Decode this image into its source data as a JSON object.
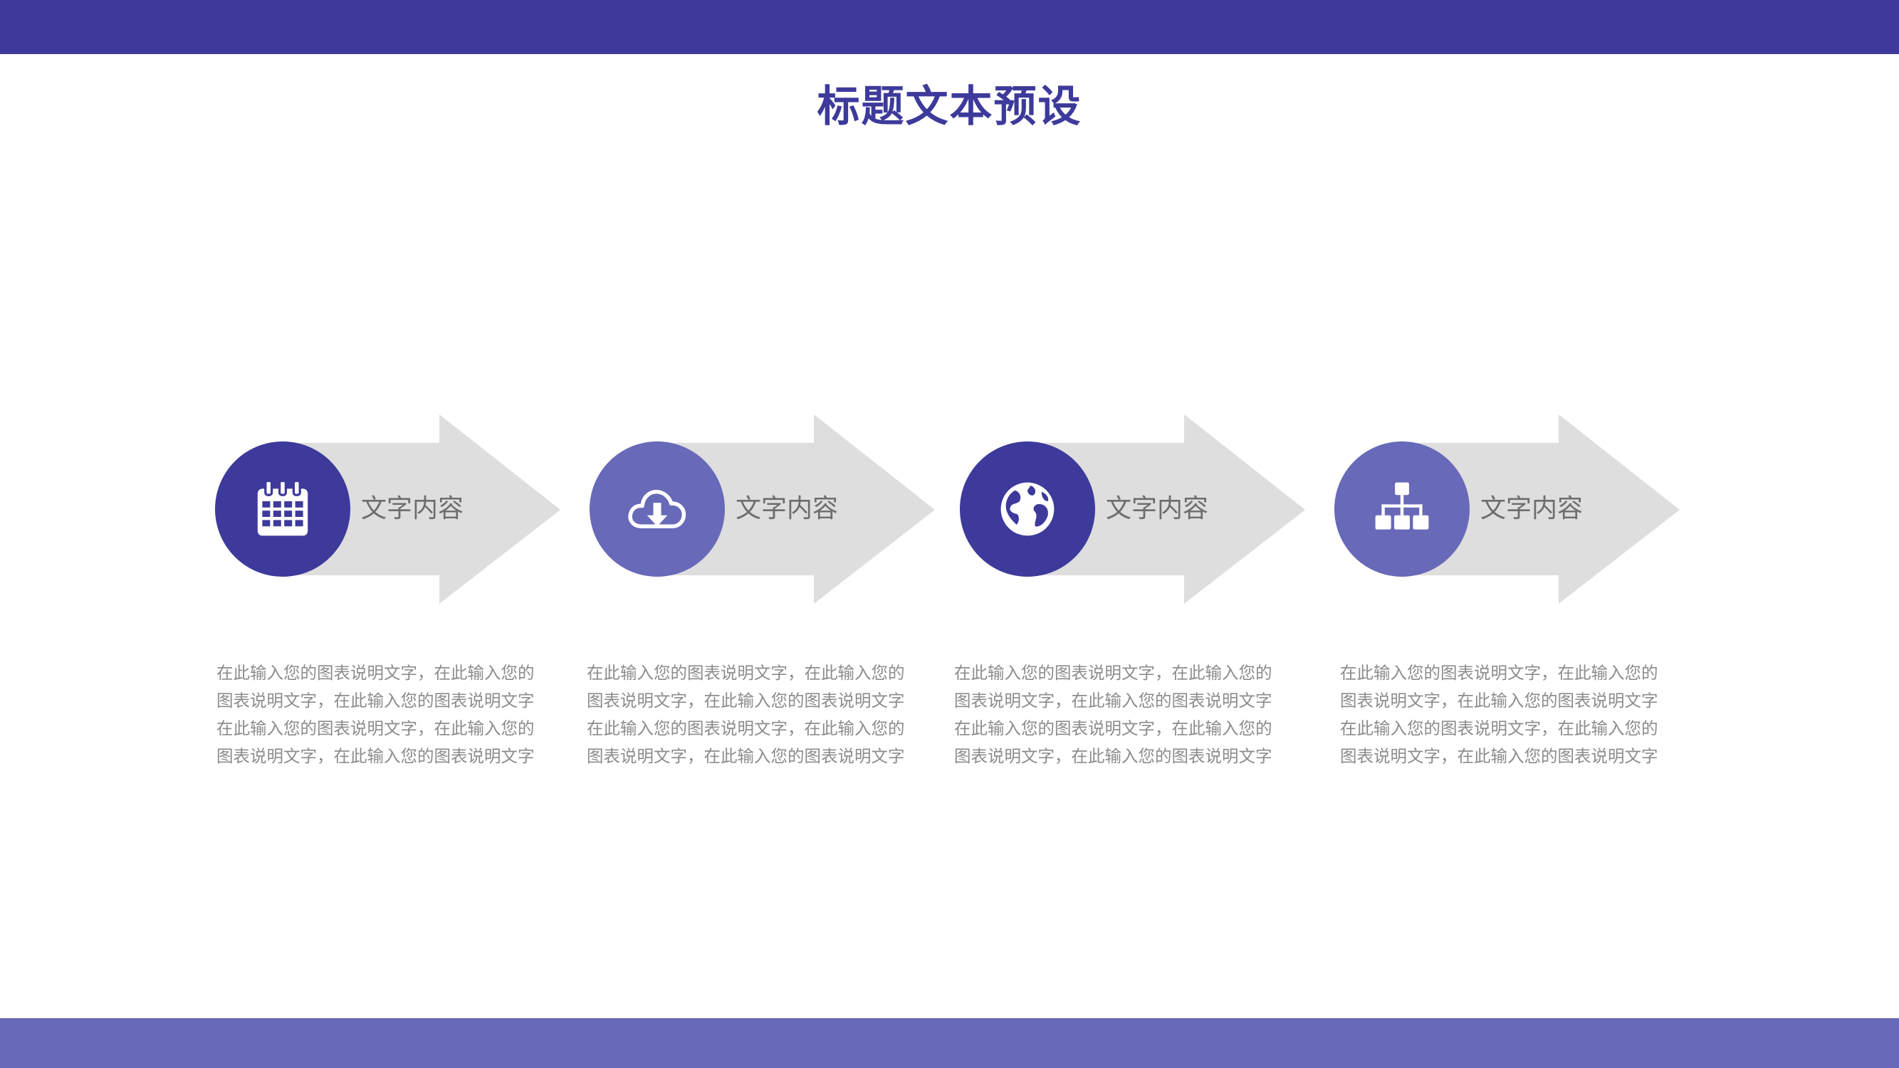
{
  "colors": {
    "dark_purple": "#3d3a9b",
    "light_purple": "#6869b8",
    "arrow_gray": "#dedede",
    "label_gray": "#6d6d6d",
    "desc_gray": "#8c8c8c"
  },
  "title": "标题文本预设",
  "steps": [
    {
      "icon": "calendar-icon",
      "label": "文字内容",
      "color": "dark_purple",
      "desc": "在此输入您的图表说明文字，在此输入您的图表说明文字，在此输入您的图表说明文字在此输入您的图表说明文字，在此输入您的图表说明文字，在此输入您的图表说明文字"
    },
    {
      "icon": "cloud-download-icon",
      "label": "文字内容",
      "color": "light_purple",
      "desc": "在此输入您的图表说明文字，在此输入您的图表说明文字，在此输入您的图表说明文字在此输入您的图表说明文字，在此输入您的图表说明文字，在此输入您的图表说明文字"
    },
    {
      "icon": "globe-icon",
      "label": "文字内容",
      "color": "dark_purple",
      "desc": "在此输入您的图表说明文字，在此输入您的图表说明文字，在此输入您的图表说明文字在此输入您的图表说明文字，在此输入您的图表说明文字，在此输入您的图表说明文字"
    },
    {
      "icon": "org-chart-icon",
      "label": "文字内容",
      "color": "light_purple",
      "desc": "在此输入您的图表说明文字，在此输入您的图表说明文字，在此输入您的图表说明文字在此输入您的图表说明文字，在此输入您的图表说明文字，在此输入您的图表说明文字"
    }
  ]
}
